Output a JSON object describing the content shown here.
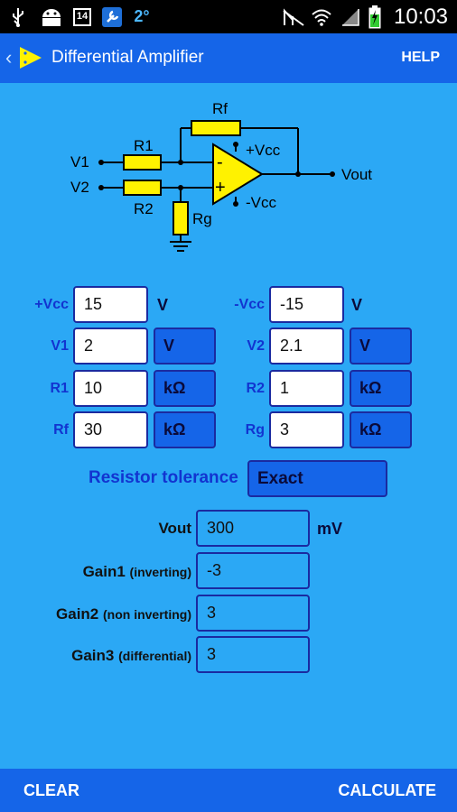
{
  "statusbar": {
    "calendar_day": "14",
    "temperature": "2°",
    "time": "10:03"
  },
  "actionbar": {
    "title": "Differential Amplifier",
    "help_label": "HELP"
  },
  "circuit": {
    "labels": {
      "rf": "Rf",
      "r1": "R1",
      "r2": "R2",
      "rg": "Rg",
      "v1": "V1",
      "v2": "V2",
      "plus_vcc": "+Vcc",
      "minus_vcc": "-Vcc",
      "vout": "Vout",
      "minus_sign": "-",
      "plus_sign": "+"
    }
  },
  "inputs": {
    "plus_vcc": {
      "label": "+Vcc",
      "value": "15",
      "unit": "V"
    },
    "minus_vcc": {
      "label": "-Vcc",
      "value": "-15",
      "unit": "V"
    },
    "v1": {
      "label": "V1",
      "value": "2",
      "unit": "V"
    },
    "v2": {
      "label": "V2",
      "value": "2.1",
      "unit": "V"
    },
    "r1": {
      "label": "R1",
      "value": "10",
      "unit": "kΩ"
    },
    "r2": {
      "label": "R2",
      "value": "1",
      "unit": "kΩ"
    },
    "rf": {
      "label": "Rf",
      "value": "30",
      "unit": "kΩ"
    },
    "rg": {
      "label": "Rg",
      "value": "3",
      "unit": "kΩ"
    }
  },
  "tolerance": {
    "label": "Resistor tolerance",
    "value": "Exact"
  },
  "results": {
    "vout": {
      "label": "Vout",
      "value": "300",
      "unit": "mV"
    },
    "gain1": {
      "label": "Gain1",
      "note": "(inverting)",
      "value": "-3"
    },
    "gain2": {
      "label": "Gain2",
      "note": "(non inverting)",
      "value": "3"
    },
    "gain3": {
      "label": "Gain3",
      "note": "(differential)",
      "value": "3"
    }
  },
  "bottombar": {
    "clear_label": "CLEAR",
    "calculate_label": "CALCULATE"
  },
  "colors": {
    "background": "#2BA8F5",
    "bar": "#1565E8",
    "label_blue": "#1234D0",
    "opamp_yellow": "#FFF200"
  }
}
